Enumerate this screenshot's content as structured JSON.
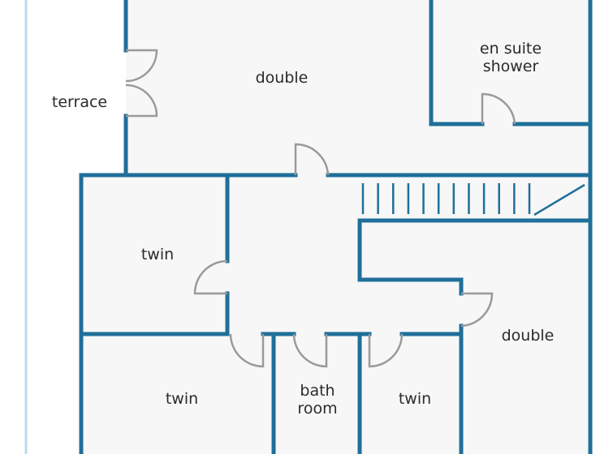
{
  "rooms": {
    "terrace": "terrace",
    "double_top": "double",
    "ensuite_line1": "en suite",
    "ensuite_line2": "shower",
    "twin_left": "twin",
    "double_right": "double",
    "twin_bottom_left": "twin",
    "bathroom_line1": "bath",
    "bathroom_line2": "room",
    "twin_bottom_right": "twin"
  },
  "colors": {
    "wall": "#1f6f9a",
    "floor": "#f7f7f7",
    "door": "#9a9a9a",
    "outline": "#b9d9ea"
  },
  "stairs": {
    "treads": 12
  }
}
